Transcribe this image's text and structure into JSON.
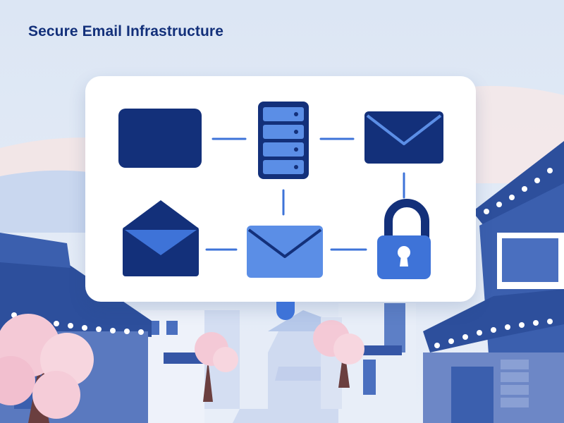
{
  "header": {
    "title": "Secure Email Infrastructure"
  },
  "diagram": {
    "nodes": [
      {
        "id": "device",
        "icon": "monitor-screen-icon"
      },
      {
        "id": "server",
        "icon": "server-rack-icon"
      },
      {
        "id": "mail-inbox",
        "icon": "closed-envelope-icon"
      },
      {
        "id": "mail-outbound",
        "icon": "open-envelope-icon"
      },
      {
        "id": "mail-transit",
        "icon": "envelope-icon"
      },
      {
        "id": "encryption",
        "icon": "padlock-icon"
      }
    ],
    "connections": [
      [
        "device",
        "server"
      ],
      [
        "server",
        "mail-inbox"
      ],
      [
        "server",
        "mail-transit"
      ],
      [
        "mail-inbox",
        "encryption"
      ],
      [
        "mail-outbound",
        "mail-transit"
      ],
      [
        "mail-transit",
        "encryption"
      ]
    ]
  },
  "theme": {
    "navy": "#13307a",
    "blue": "#3e73d8",
    "light_blue": "#5b8ee6",
    "sky": "#dfe8f5",
    "blossom": "#f4c9d6"
  }
}
